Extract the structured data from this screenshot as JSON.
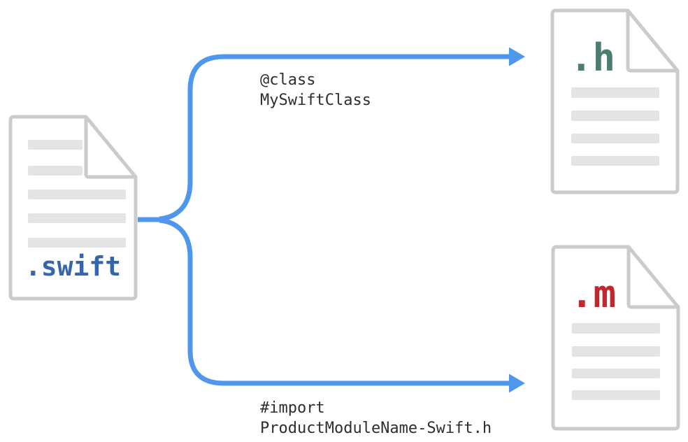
{
  "colors": {
    "arrow": "#4f97ed",
    "doc_border": "#cbcbcb",
    "doc_line": "#e4e4e4",
    "swift_label": "#3566ad",
    "h_label": "#4d7c72",
    "m_label": "#c1272d",
    "annotation_text": "#2e2e2e"
  },
  "swift_doc": {
    "label": ".swift"
  },
  "h_doc": {
    "label": ".h"
  },
  "m_doc": {
    "label": ".m"
  },
  "top_annotation": {
    "line1": "@class",
    "line2": "MySwiftClass"
  },
  "bottom_annotation": {
    "line1": "#import",
    "line2": "ProductModuleName-Swift.h"
  }
}
